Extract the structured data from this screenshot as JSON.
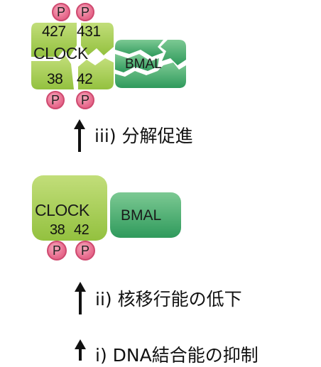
{
  "top_complex": {
    "phospho_top_left": "P",
    "phospho_top_right": "P",
    "site_top_left": "427",
    "site_top_right": "431",
    "clock_label": "CLOCK",
    "bmal_label": "BMAL",
    "site_bottom_left": "38",
    "site_bottom_right": "42",
    "phospho_bottom_left": "P",
    "phospho_bottom_right": "P"
  },
  "step3": {
    "label": "iii) 分解促進"
  },
  "bottom_complex": {
    "clock_label": "CLOCK",
    "bmal_label": "BMAL",
    "site_left": "38",
    "site_right": "42",
    "phospho_left": "P",
    "phospho_right": "P"
  },
  "step2": {
    "label": "ii) 核移行能の低下"
  },
  "step1": {
    "label": "i) DNA結合能の抑制"
  },
  "colors": {
    "clock_green": "#a9cf54",
    "bmal_green": "#3fa86a",
    "phospho_pink": "#e86d8f"
  }
}
